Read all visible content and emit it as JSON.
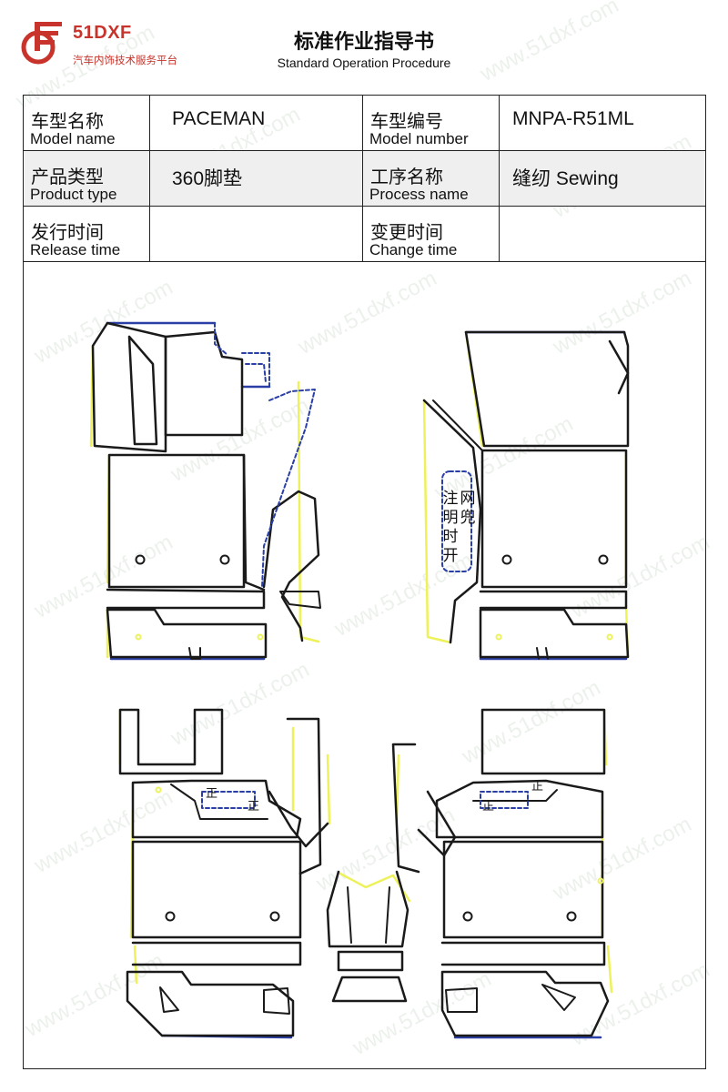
{
  "header": {
    "logo": {
      "name": "51DXF",
      "tagline": "汽车内饰技术服务平台"
    },
    "title": "标准作业指导书",
    "subtitle": "Standard Operation Procedure"
  },
  "info_table": {
    "model_name": {
      "label_cn": "车型名称",
      "label_en": "Model name",
      "value": "PACEMAN"
    },
    "model_number": {
      "label_cn": "车型编号",
      "label_en": "Model number",
      "value": "MNPA-R51ML"
    },
    "product_type": {
      "label_cn": "产品类型",
      "label_en": "Product type",
      "value": "360脚垫"
    },
    "process_name": {
      "label_cn": "工序名称",
      "label_en": "Process name",
      "value": "缝纫 Sewing"
    },
    "release_time": {
      "label_cn": "发行时间",
      "label_en": "Release time",
      "value": ""
    },
    "change_time": {
      "label_cn": "变更时间",
      "label_en": "Change time",
      "value": ""
    }
  },
  "drawing": {
    "note_col1": "网兜",
    "note_col2": "注明时开",
    "marker": "正",
    "colors": {
      "outline": "#1a1a1a",
      "edge_yellow": "#eef25a",
      "edge_blue": "#2a3fa6",
      "dash_blue": "#2a3fa6"
    }
  },
  "watermark": "www.51dxf.com"
}
